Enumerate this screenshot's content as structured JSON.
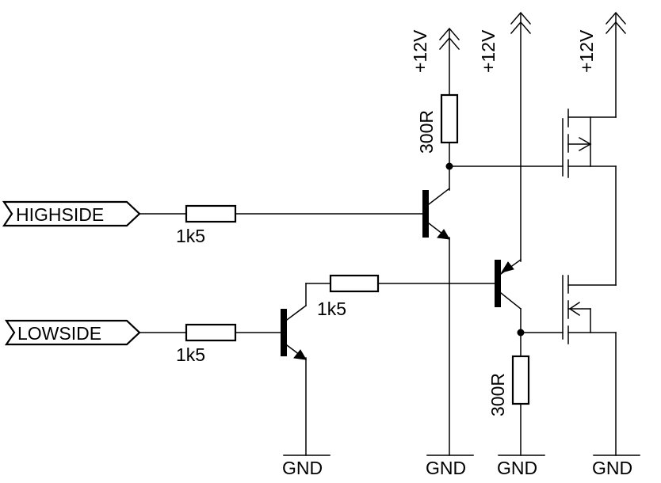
{
  "ports": {
    "highside": "HIGHSIDE",
    "lowside": "LOWSIDE"
  },
  "resistors": {
    "r_high_in": "1k5",
    "r_low_in": "1k5",
    "r_mid": "1k5",
    "r_pullup": "300R",
    "r_pulldown": "300R"
  },
  "supplies": {
    "vcc": "+12V"
  },
  "grounds": {
    "gnd": "GND"
  }
}
